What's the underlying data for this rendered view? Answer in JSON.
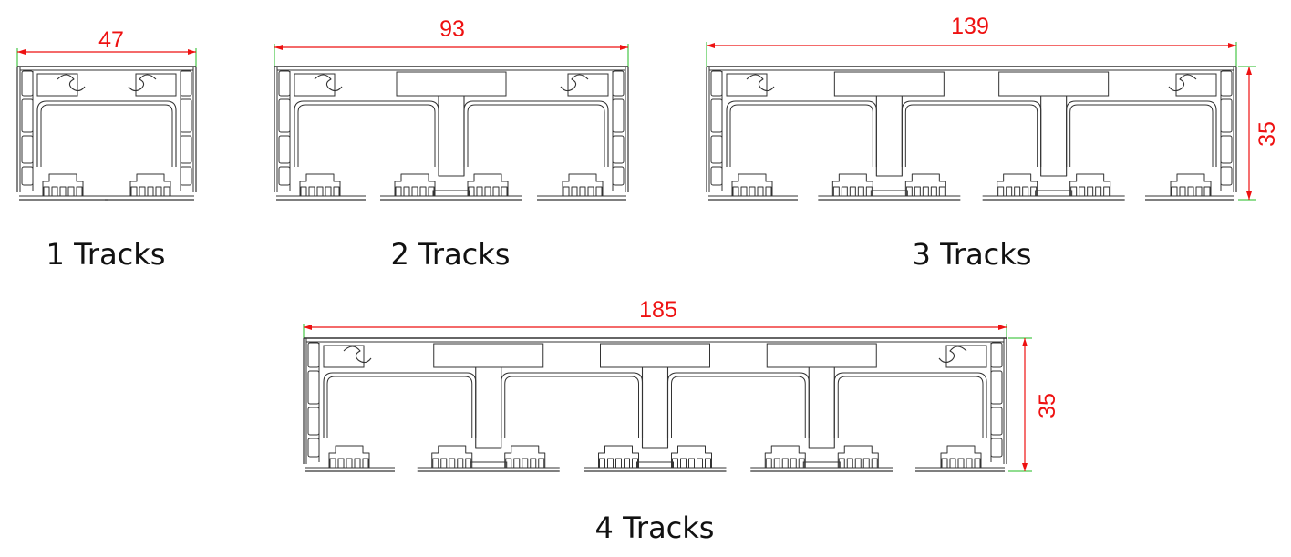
{
  "colors": {
    "dimension": "#ee1111",
    "extension_line": "#22bb22",
    "profile_stroke": "#333333",
    "caption": "#111111"
  },
  "profiles": [
    {
      "tracks": 1,
      "caption": "1 Tracks",
      "width_label": "47",
      "height_label": ""
    },
    {
      "tracks": 2,
      "caption": "2 Tracks",
      "width_label": "93",
      "height_label": ""
    },
    {
      "tracks": 3,
      "caption": "3 Tracks",
      "width_label": "139",
      "height_label": "35"
    },
    {
      "tracks": 4,
      "caption": "4 Tracks",
      "width_label": "185",
      "height_label": "35"
    }
  ]
}
